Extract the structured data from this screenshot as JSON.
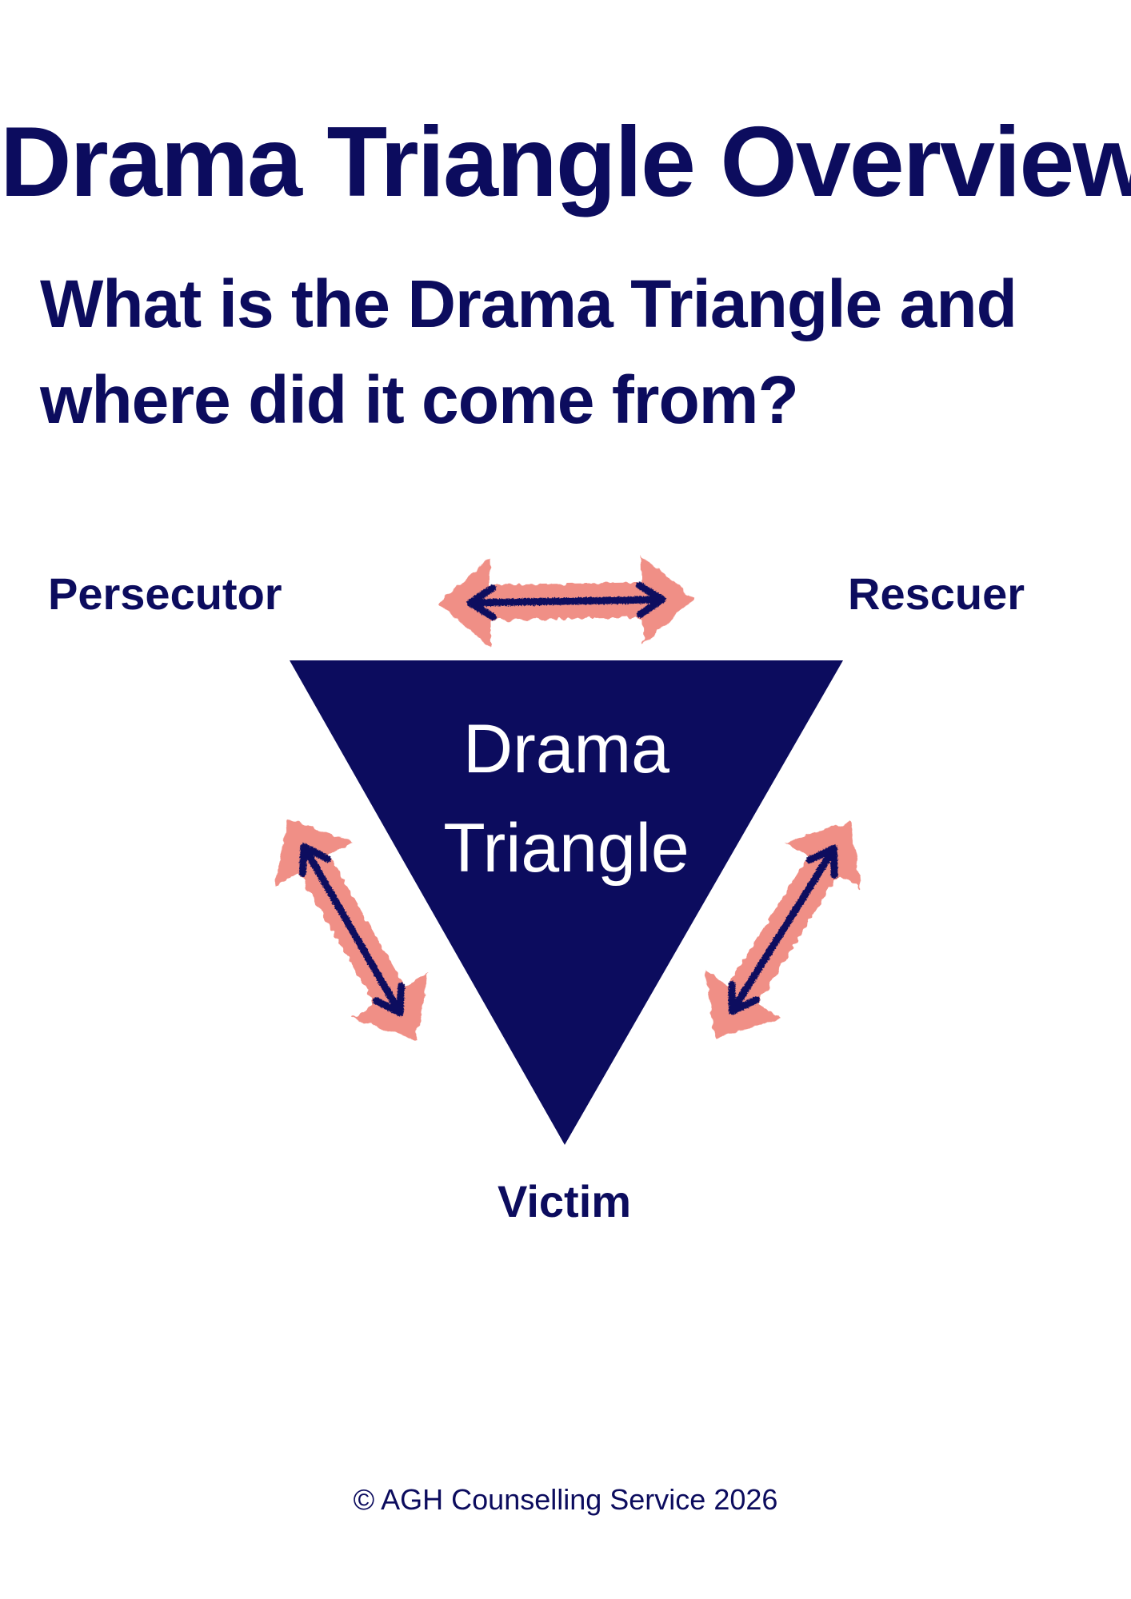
{
  "header": {
    "title": "Drama Triangle Overview",
    "subtitle": "What is the Drama Triangle and where did it come from?"
  },
  "diagram": {
    "center_label_line1": "Drama",
    "center_label_line2": "Triangle",
    "roles": {
      "persecutor": "Persecutor",
      "rescuer": "Rescuer",
      "victim": "Victim"
    },
    "arrows": [
      {
        "between": [
          "Persecutor",
          "Rescuer"
        ],
        "icon": "double-arrow-icon"
      },
      {
        "between": [
          "Persecutor",
          "Victim"
        ],
        "icon": "double-arrow-icon"
      },
      {
        "between": [
          "Rescuer",
          "Victim"
        ],
        "icon": "double-arrow-icon"
      }
    ]
  },
  "colors": {
    "navy": "#0c0c5e",
    "salmon": "#f08f86",
    "background": "#ffffff"
  },
  "footer": {
    "copyright": "© AGH Counselling Service 2026"
  }
}
